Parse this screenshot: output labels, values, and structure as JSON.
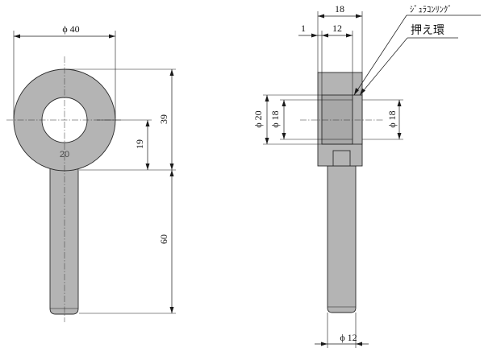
{
  "front_view": {
    "dia_outer": "ϕ 40",
    "height_total": "39",
    "height_center": "19",
    "shaft_length": "60",
    "engraving": "20"
  },
  "side_view": {
    "width_total": "18",
    "offset": "1",
    "width_ring": "12",
    "dia_outer": "ϕ 20",
    "dia_inner": "ϕ 18",
    "dia_bore": "ϕ 18",
    "dia_shaft": "ϕ 12",
    "label_ring": "ｼﾞｭﾗｺﾝﾘﾝｸﾞ",
    "label_retainer": "押え環"
  }
}
